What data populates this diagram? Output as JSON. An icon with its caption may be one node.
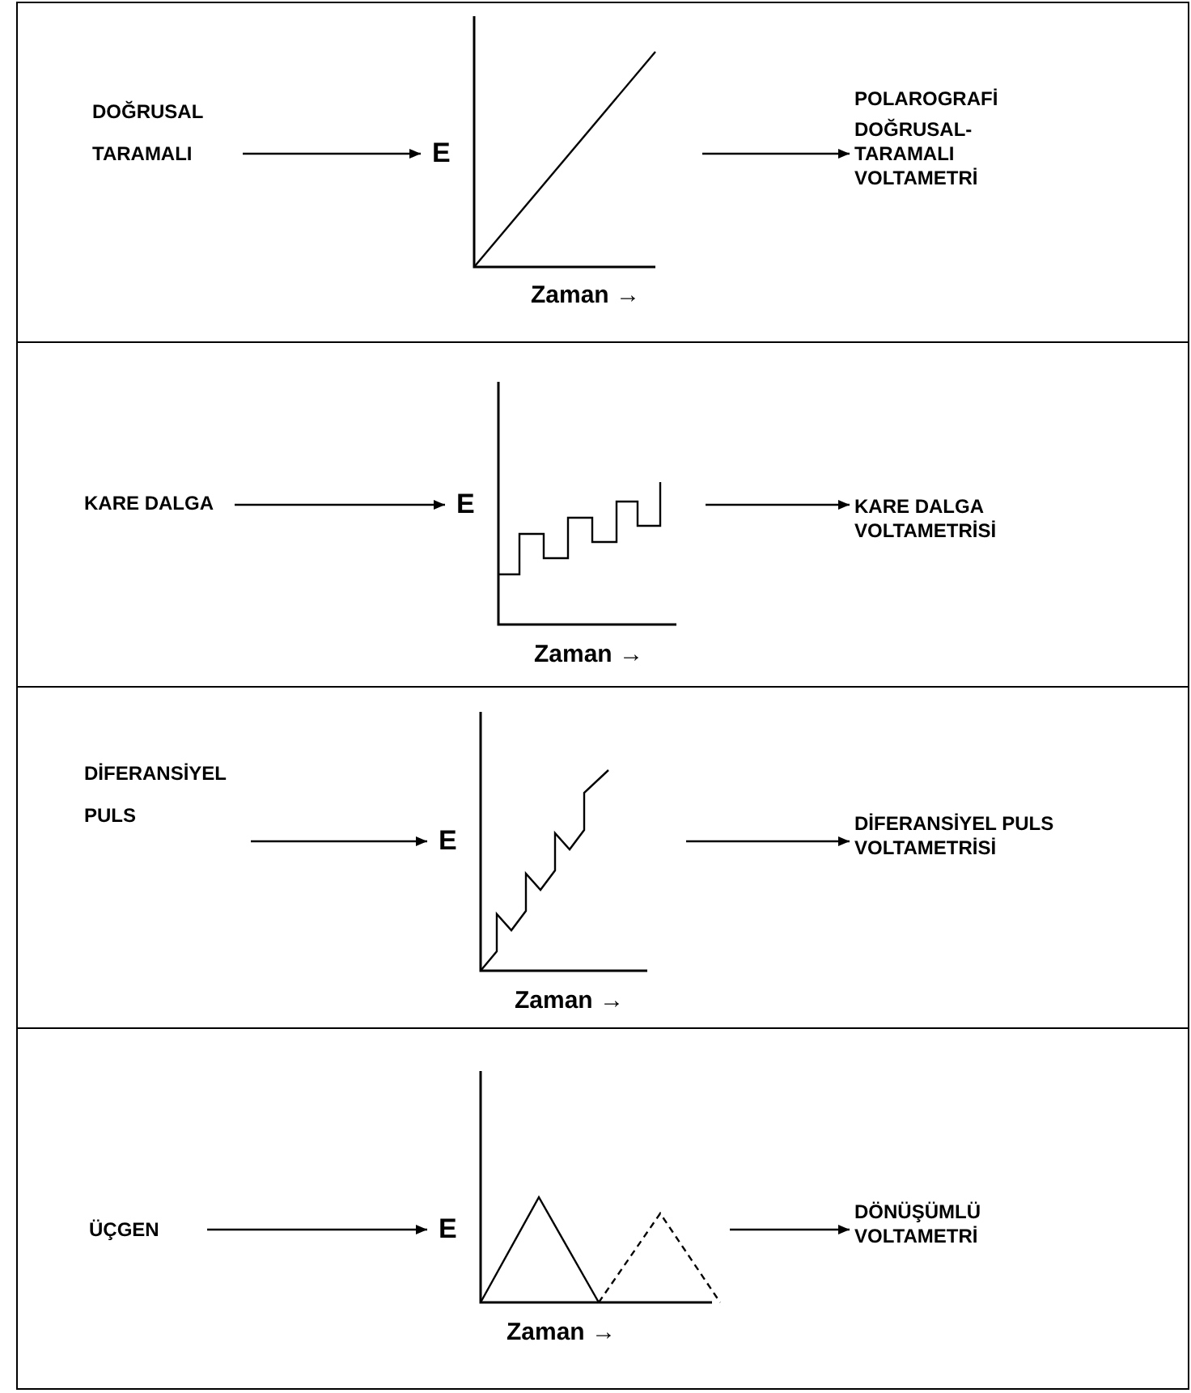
{
  "diagram": {
    "nodes": [
      {
        "text": [
          "DOĞRUSAL TARAMALI"
        ]
      },
      {
        "text": [
          "E",
          "Zaman →"
        ]
      },
      {
        "text": [
          "POLAROGRAFİ",
          "DOĞRUSAL-TARAMALI VOLTAMETRİ"
        ]
      },
      {
        "text": [
          "KARE DALGA"
        ]
      },
      {
        "text": [
          "E",
          "Zaman →"
        ]
      },
      {
        "text": [
          "KARE DALGA VOLTAMETRİSİ"
        ]
      },
      {
        "text": [
          "DİFERANSİYEL PULS"
        ]
      },
      {
        "text": [
          "E",
          "Zaman →"
        ]
      },
      {
        "text": [
          "DİFERANSİYEL PULS VOLTAMETRİSİ"
        ]
      },
      {
        "text": [
          "ÜÇGEN"
        ]
      },
      {
        "text": [
          "E",
          "Zaman →"
        ]
      },
      {
        "text": [
          "DÖNÜŞÜMLÜ VOLTAMETRİ"
        ]
      }
    ],
    "edges": [
      {
        "from": 0,
        "to": 1,
        "arrow": "to"
      },
      {
        "from": 1,
        "to": 2,
        "arrow": "to"
      },
      {
        "from": 3,
        "to": 4,
        "arrow": "to"
      },
      {
        "from": 4,
        "to": 5,
        "arrow": "to"
      },
      {
        "from": 6,
        "to": 7,
        "arrow": "to"
      },
      {
        "from": 7,
        "to": 8,
        "arrow": "to"
      },
      {
        "from": 9,
        "to": 10,
        "arrow": "to"
      },
      {
        "from": 10,
        "to": 11,
        "arrow": "to"
      }
    ]
  }
}
